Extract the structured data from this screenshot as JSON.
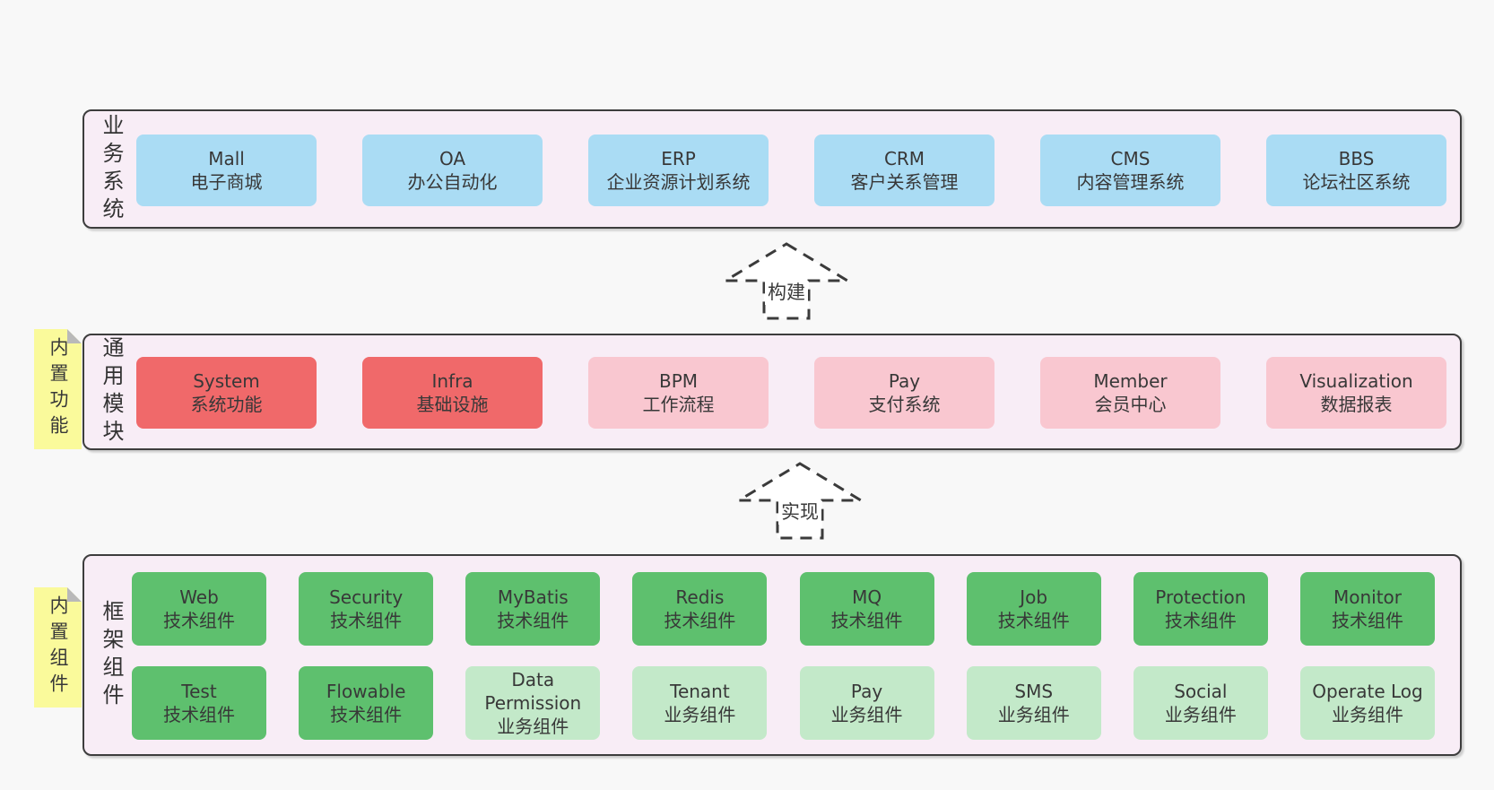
{
  "page": {
    "background": "#f8f8f8"
  },
  "colors": {
    "blue": "#aadcf4",
    "red": "#f0696a",
    "pink": "#f9c7d0",
    "green": "#5ec06e",
    "lightgreen": "#c3e9c9",
    "container_bg": "#f8edf6",
    "note_bg": "#fafa9b",
    "fold_gray": "#b9b9b9",
    "border": "#3d3d3d",
    "text": "#383838"
  },
  "layers": [
    {
      "label": "业务系统",
      "rows": [
        [
          {
            "name": "Mall",
            "desc": "电子商城",
            "color": "blue"
          },
          {
            "name": "OA",
            "desc": "办公自动化",
            "color": "blue"
          },
          {
            "name": "ERP",
            "desc": "企业资源计划系统",
            "color": "blue"
          },
          {
            "name": "CRM",
            "desc": "客户关系管理",
            "color": "blue"
          },
          {
            "name": "CMS",
            "desc": "内容管理系统",
            "color": "blue"
          },
          {
            "name": "BBS",
            "desc": "论坛社区系统",
            "color": "blue"
          }
        ]
      ]
    },
    {
      "label": "通用模块",
      "note": "内置功能",
      "rows": [
        [
          {
            "name": "System",
            "desc": "系统功能",
            "color": "red"
          },
          {
            "name": "Infra",
            "desc": "基础设施",
            "color": "red"
          },
          {
            "name": "BPM",
            "desc": "工作流程",
            "color": "pink"
          },
          {
            "name": "Pay",
            "desc": "支付系统",
            "color": "pink"
          },
          {
            "name": "Member",
            "desc": "会员中心",
            "color": "pink"
          },
          {
            "name": "Visualization",
            "desc": "数据报表",
            "color": "pink"
          }
        ]
      ]
    },
    {
      "label": "框架组件",
      "note": "内置组件",
      "rows": [
        [
          {
            "name": "Web",
            "desc": "技术组件",
            "color": "green"
          },
          {
            "name": "Security",
            "desc": "技术组件",
            "color": "green"
          },
          {
            "name": "MyBatis",
            "desc": "技术组件",
            "color": "green"
          },
          {
            "name": "Redis",
            "desc": "技术组件",
            "color": "green"
          },
          {
            "name": "MQ",
            "desc": "技术组件",
            "color": "green"
          },
          {
            "name": "Job",
            "desc": "技术组件",
            "color": "green"
          },
          {
            "name": "Protection",
            "desc": "技术组件",
            "color": "green"
          },
          {
            "name": "Monitor",
            "desc": "技术组件",
            "color": "green"
          }
        ],
        [
          {
            "name": "Test",
            "desc": "技术组件",
            "color": "green"
          },
          {
            "name": "Flowable",
            "desc": "技术组件",
            "color": "green"
          },
          {
            "name": "Data Permission",
            "desc": "业务组件",
            "color": "lightgreen"
          },
          {
            "name": "Tenant",
            "desc": "业务组件",
            "color": "lightgreen"
          },
          {
            "name": "Pay",
            "desc": "业务组件",
            "color": "lightgreen"
          },
          {
            "name": "SMS",
            "desc": "业务组件",
            "color": "lightgreen"
          },
          {
            "name": "Social",
            "desc": "业务组件",
            "color": "lightgreen"
          },
          {
            "name": "Operate Log",
            "desc": "业务组件",
            "color": "lightgreen"
          }
        ]
      ]
    }
  ],
  "arrows": [
    {
      "label": "构建"
    },
    {
      "label": "实现"
    }
  ]
}
